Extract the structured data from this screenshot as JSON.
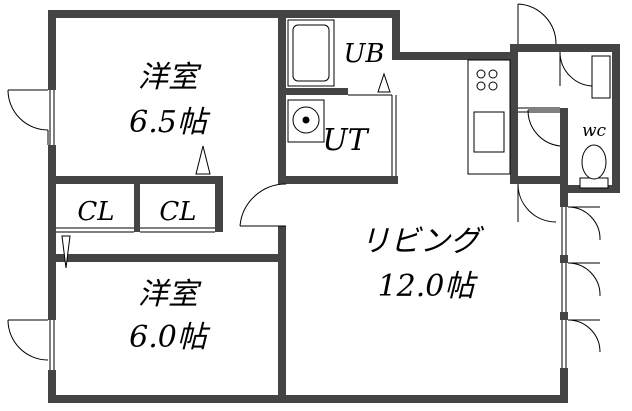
{
  "rooms": {
    "western_room_upper": {
      "name": "洋室",
      "size": "6.5帖"
    },
    "western_room_lower": {
      "name": "洋室",
      "size": "6.0帖"
    },
    "living": {
      "name": "リビング",
      "size": "12.0帖"
    },
    "closet_left": {
      "label": "CL"
    },
    "closet_right": {
      "label": "CL"
    },
    "unit_bath": {
      "label": "UB"
    },
    "utility": {
      "label": "UT"
    },
    "toilet": {
      "label": "wc"
    }
  },
  "colors": {
    "wall": "#444444",
    "line": "#000000",
    "background": "#ffffff"
  }
}
